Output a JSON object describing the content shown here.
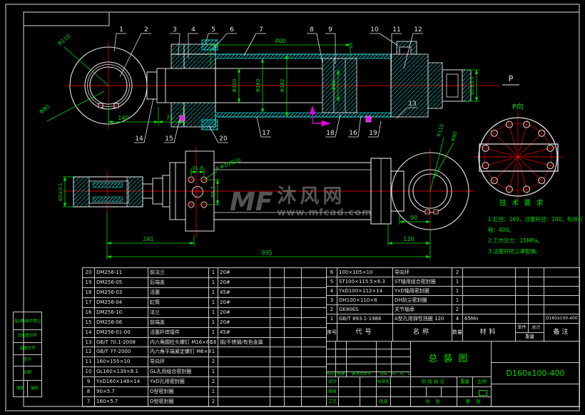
{
  "sheet": {
    "background": "#000000",
    "line_color": "#e0e0e0",
    "dim_color": "#00dd00",
    "center_color": "#cc0000",
    "hatch_color": "#0d7474",
    "highlight": "#00e0e0",
    "seal_color": "#ff00ff"
  },
  "watermark": {
    "logo": "MF",
    "name": "沐风网",
    "url": "www.mfcad.com"
  },
  "view_top": {
    "callouts_top": [
      "1",
      "2",
      "3",
      "4",
      "5",
      "6",
      "7",
      "8",
      "9",
      "10",
      "11",
      "12"
    ],
    "callouts_bottom": [
      "14",
      "15",
      "20",
      "17",
      "18",
      "16",
      "19",
      "13"
    ],
    "dims": {
      "stroke": "400",
      "len1": "140",
      "len2": "71",
      "d_rod": "Φ100",
      "d_bore": "Φ160",
      "d_tube": "Φ182",
      "d_piston": "Φ90",
      "clevis_w": "80±0.1",
      "small": "10",
      "eye_r": "R110",
      "eye_d": "Φ80"
    },
    "p_label": "P"
  },
  "view_front": {
    "dims": {
      "eye_w": "80±0.1",
      "hole_h": "31.8",
      "hole_v": "66.7",
      "holes": "4-Φ10深20",
      "l_front": "241",
      "l_total": "935",
      "l_90": "90",
      "l_120": "120",
      "eye_r": "R110",
      "eye_d": "Φ80"
    }
  },
  "view_p": {
    "label": "P向"
  },
  "tech": {
    "title": "技 术 要 求",
    "lines": [
      "1.缸径：160，活塞杆径：100，有效行",
      "程：400。",
      "2.工作压力：25MPa。",
      "3.活塞杆防尘罩配做。"
    ]
  },
  "bom": {
    "headers": {
      "no": "序号",
      "code": "代号",
      "name": "名称",
      "qty": "数量",
      "mat": "材料",
      "unit": "单件",
      "total": "总计",
      "weight": "重量",
      "remark": "备注"
    },
    "left_rows": [
      {
        "no": "20",
        "code": "DM256-11",
        "name": "前法兰",
        "qty": "1",
        "mat": "20#"
      },
      {
        "no": "19",
        "code": "DM256-05",
        "name": "后端盖",
        "qty": "1",
        "mat": "20#"
      },
      {
        "no": "18",
        "code": "DM256-03",
        "name": "活塞",
        "qty": "1",
        "mat": "45#"
      },
      {
        "no": "17",
        "code": "DM256-04",
        "name": "缸筒",
        "qty": "1",
        "mat": "20#"
      },
      {
        "no": "16",
        "code": "DM256-10",
        "name": "法兰",
        "qty": "1",
        "mat": "20#"
      },
      {
        "no": "15",
        "code": "DM256-06",
        "name": "前端盖",
        "qty": "1",
        "mat": "20#"
      },
      {
        "no": "14",
        "code": "DM256-01-00",
        "name": "活塞杆焊接件",
        "qty": "1",
        "mat": "45#"
      },
      {
        "no": "13",
        "code": "GB/T 70.1-2008",
        "name": "内六角圆柱头螺钉 M16×60",
        "qty": "16",
        "mat": "钢/不锈钢/有色金属"
      },
      {
        "no": "12",
        "code": "GB/T 77-2000",
        "name": "内六角平端紧定螺钉 M6×8",
        "qty": "1",
        "mat": ""
      },
      {
        "no": "11",
        "code": "160×155×10",
        "name": "导向环",
        "qty": "2",
        "mat": ""
      },
      {
        "no": "10",
        "code": "GL160×139×8.1",
        "name": "GL孔用组合密封圈",
        "qty": "1",
        "mat": ""
      },
      {
        "no": "9",
        "code": "YxD160×148×14",
        "name": "YxD孔用密封圈",
        "qty": "2",
        "mat": ""
      },
      {
        "no": "8",
        "code": "90×5.7",
        "name": "O型密封圈",
        "qty": "1",
        "mat": ""
      },
      {
        "no": "7",
        "code": "160×5.7",
        "name": "O型密封圈",
        "qty": "2",
        "mat": ""
      }
    ],
    "right_rows": [
      {
        "no": "6",
        "code": "100×105×10",
        "name": "导向环",
        "qty": "2",
        "mat": "",
        "remark": ""
      },
      {
        "no": "5",
        "code": "ST100×115.5×6.3",
        "name": "ST轴用组合密封圈",
        "qty": "1",
        "mat": "",
        "remark": ""
      },
      {
        "no": "4",
        "code": "YxD100×112×14",
        "name": "YxD轴用密封圈",
        "qty": "1",
        "mat": "",
        "remark": ""
      },
      {
        "no": "3",
        "code": "DH100×110×8",
        "name": "DH防尘密封圈",
        "qty": "1",
        "mat": "",
        "remark": ""
      },
      {
        "no": "2",
        "code": "GE80ES",
        "name": "关节轴承",
        "qty": "2",
        "mat": "",
        "remark": ""
      },
      {
        "no": "1",
        "code": "GB/T 893.1-1986",
        "name": "A型孔用弹性挡圈 120",
        "qty": "4",
        "mat": "65Mn",
        "remark": "D160x100-400"
      }
    ]
  },
  "titleblock": {
    "drawing_name": "总装图",
    "drawing_code": "D160x100-400",
    "rev_labels": [
      "标记",
      "处数",
      "更改文件号",
      "签名",
      "年、月、日"
    ],
    "role_labels": {
      "design": "设计",
      "check": "审核",
      "process": "工艺",
      "standard": "标准化",
      "approve": "批准"
    },
    "stage": "阶段标记",
    "weight": "重量",
    "scale": "比例",
    "sheet_total": "共 张",
    "sheet_no": "第 张"
  },
  "margin": {
    "cells": [
      "借(通)用件登记",
      "旧底图总号",
      "底图总号",
      "签字",
      "日期"
    ],
    "bottom": [
      "描图",
      "描校"
    ]
  }
}
